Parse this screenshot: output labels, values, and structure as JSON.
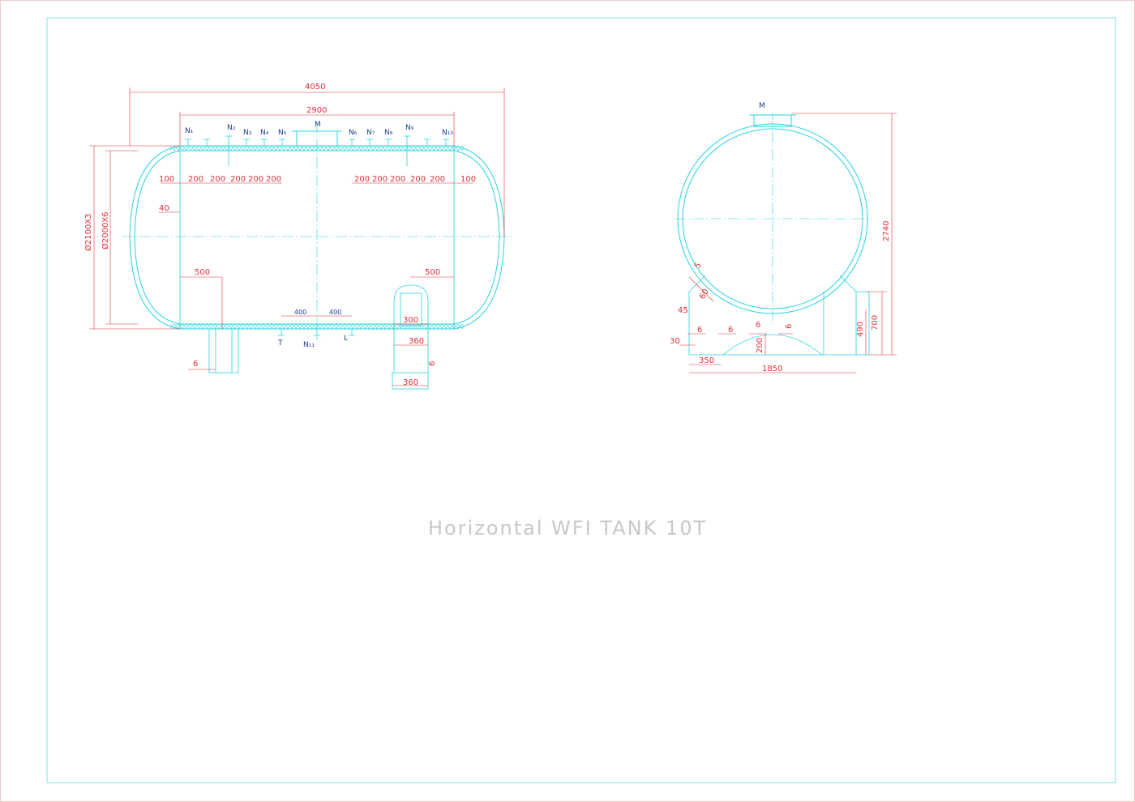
{
  "drawing": {
    "title": "Horizontal WFI TANK 10T",
    "colors": {
      "outline": "#27d3e0",
      "dimension": "#e0303a",
      "label": "#1a3b8c",
      "border": "#7fe3ea",
      "title": "#c8c8c8"
    },
    "side_view": {
      "dims": {
        "overall_length": "4050",
        "shell_length": "2900",
        "outer_diameter": "Ø2100X3",
        "inner_diameter": "Ø2000X6",
        "edge_left": "100",
        "edge_right": "100",
        "pitch": [
          "200",
          "200",
          "200",
          "200",
          "200"
        ],
        "pitch_right": [
          "200",
          "200",
          "200",
          "200",
          "200"
        ],
        "lug": "40",
        "support_left": "500",
        "support_right": "500",
        "bottom_left": "400",
        "bottom_right": "400",
        "saddle_top": "300",
        "saddle_mid": "360",
        "saddle_base": "360",
        "saddle_gap": "6",
        "foot_gap": "6"
      },
      "nozzles": {
        "n1": "N₁",
        "n2": "N₂",
        "n3": "N₃",
        "n4": "N₄",
        "n5": "N₅",
        "manhole": "M",
        "n6": "N₆",
        "n7": "N₇",
        "n8": "N₈",
        "n9": "N₉",
        "n10": "N₁₀",
        "t": "T",
        "n11": "N₁₁",
        "l": "L"
      }
    },
    "end_view": {
      "manhole": "M",
      "dims": {
        "height": "2740",
        "saddle_height": "700",
        "saddle_inner": "490",
        "width": "1850",
        "foot": "350",
        "rib": "200",
        "chamfer": "30",
        "angle": "45",
        "pad": "60",
        "pad_small": "5",
        "t1": "6",
        "t2": "6",
        "t3": "6",
        "t4": "6"
      }
    }
  }
}
